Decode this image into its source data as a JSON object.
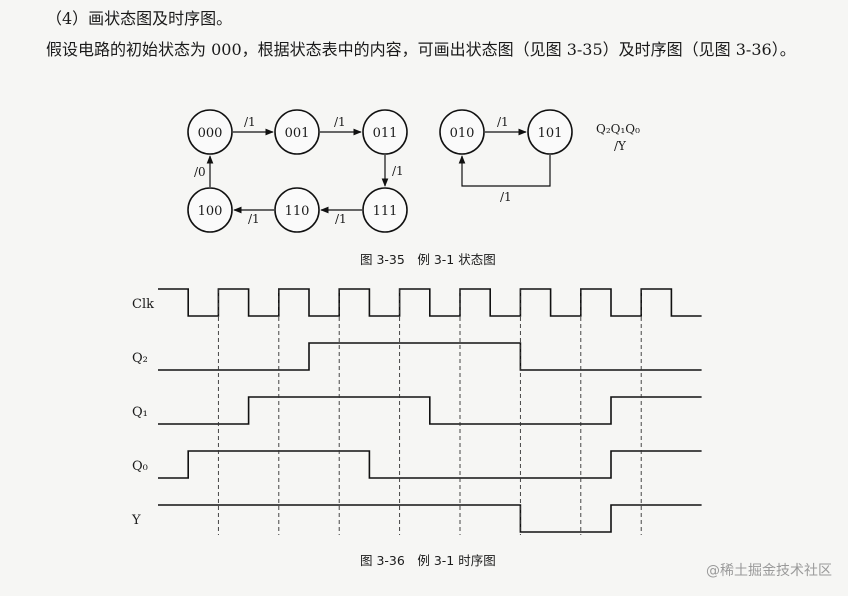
{
  "heading": "（4）画状态图及时序图。",
  "paragraph": "假设电路的初始状态为 000，根据状态表中的内容，可画出状态图（见图 3-35）及时序图（见图 3-36）。",
  "state_diagram": {
    "states": [
      "000",
      "001",
      "011",
      "111",
      "110",
      "100",
      "010",
      "101"
    ],
    "transition_label_1": "/1",
    "transition_label_0": "/0",
    "legend_state": "Q₂Q₁Q₀",
    "legend_output": "/Y",
    "caption": "图 3-35　例 3-1 状态图"
  },
  "timing_diagram": {
    "signals": [
      {
        "name": "Clk",
        "levels": [
          1,
          0,
          1,
          0,
          1,
          0,
          1,
          0,
          1,
          0,
          1,
          0,
          1,
          0,
          1,
          0,
          1,
          0
        ]
      },
      {
        "name": "Q₂",
        "levels": [
          0,
          0,
          0,
          0,
          0,
          1,
          1,
          1,
          1,
          1,
          1,
          1,
          0,
          0,
          0,
          0,
          0,
          0
        ]
      },
      {
        "name": "Q₁",
        "levels": [
          0,
          0,
          0,
          1,
          1,
          1,
          1,
          1,
          1,
          0,
          0,
          0,
          0,
          0,
          0,
          1,
          1,
          1
        ]
      },
      {
        "name": "Q₀",
        "levels": [
          0,
          1,
          1,
          1,
          1,
          1,
          1,
          0,
          0,
          0,
          0,
          0,
          0,
          0,
          0,
          1,
          1,
          1
        ]
      },
      {
        "name": "Y",
        "levels": [
          1,
          1,
          1,
          1,
          1,
          1,
          1,
          1,
          1,
          1,
          1,
          1,
          0,
          0,
          0,
          1,
          1,
          1
        ]
      }
    ],
    "caption": "图 3-36　例 3-1 时序图"
  },
  "watermark": "@稀土掘金技术社区"
}
